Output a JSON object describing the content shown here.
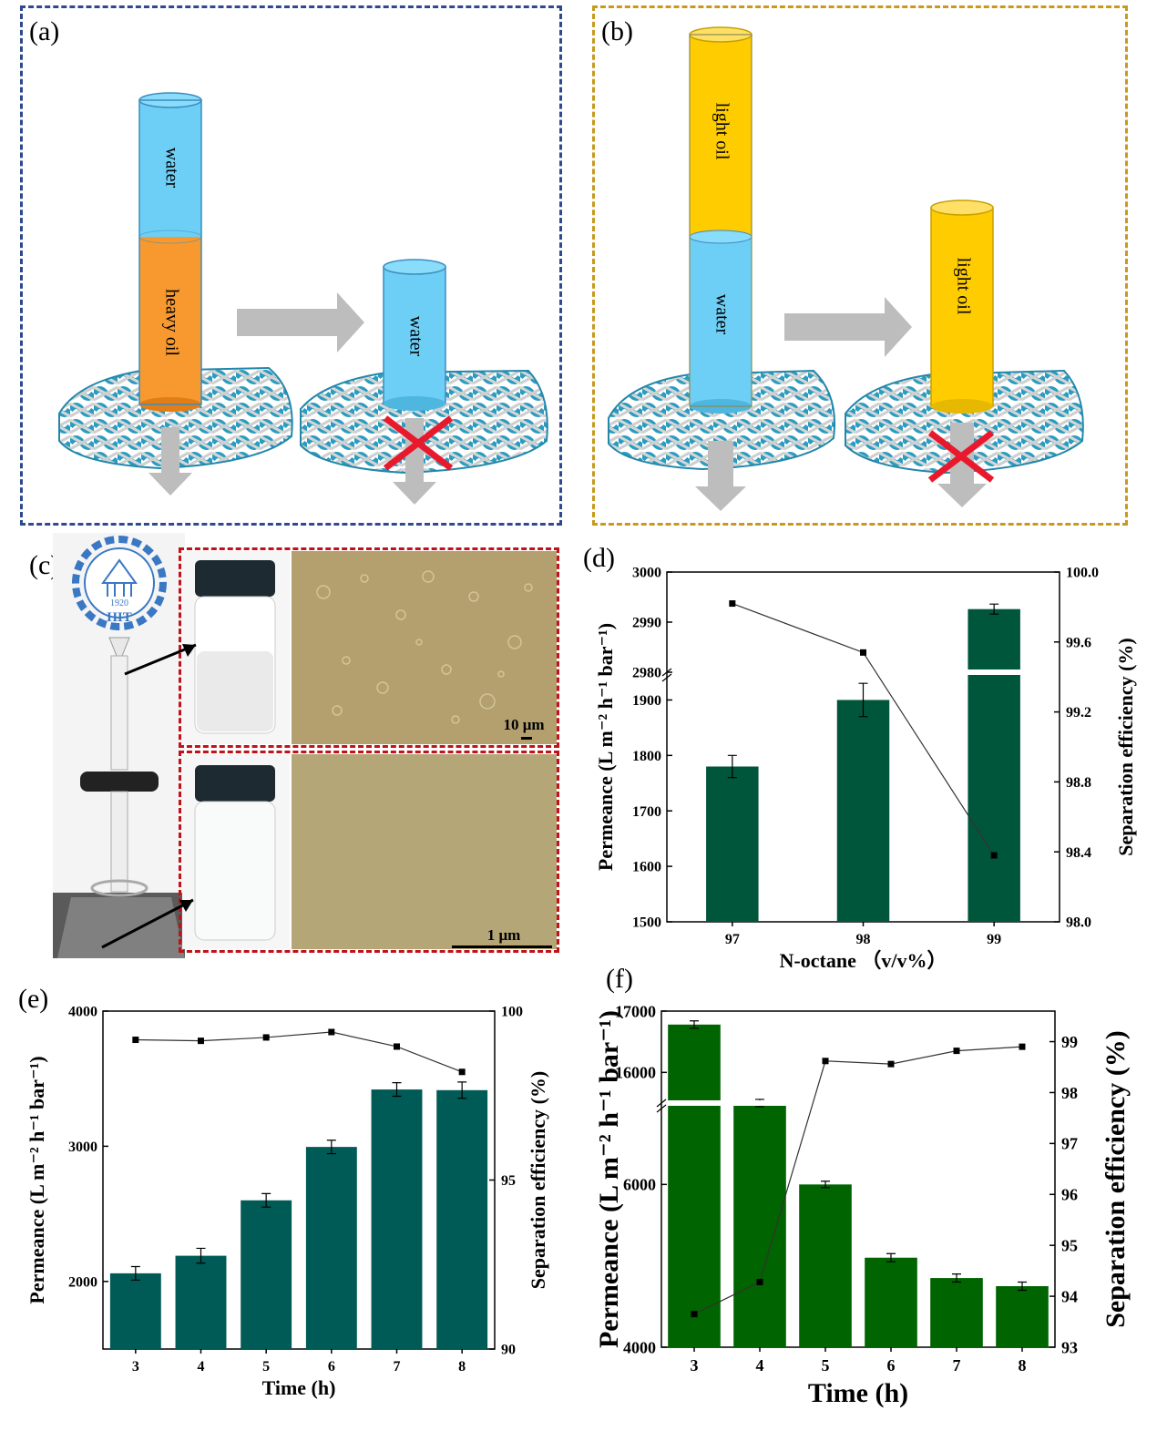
{
  "panels": {
    "a": {
      "label": "(a)",
      "tall_top": "water",
      "tall_bottom": "heavy oil",
      "short": "water"
    },
    "b": {
      "label": "(b)",
      "tall_top": "light oil",
      "tall_bottom": "water",
      "short": "light oil"
    },
    "c": {
      "label": "(c)",
      "logo_year": "1920",
      "logo_text": "HIT",
      "scale_top": "10 μm",
      "scale_bottom": "1 μm"
    },
    "d": {
      "label": "(d)"
    },
    "e": {
      "label": "(e)"
    },
    "f": {
      "label": "(f)"
    }
  },
  "colors": {
    "water": "#6ecff6",
    "heavy_oil": "#f7992f",
    "light_oil": "#ffcc00",
    "arrow": "#bdbdbd",
    "cross": "#e8192c",
    "mesh": "#3aa8c8",
    "box_a": "#2e4a8e",
    "box_b": "#c79a1e",
    "box_c": "#c0121a",
    "bar_d": "#00563b",
    "bar_e": "#005a55",
    "bar_f": "#006400"
  },
  "chart_data": [
    {
      "id": "d",
      "type": "bar",
      "categories": [
        "97",
        "98",
        "99"
      ],
      "xlabel": "N-octane （v/v%）",
      "ylabel": "Permeance (L m⁻² h⁻¹ bar⁻¹)",
      "ylabel_right": "Separation efficiency (%)",
      "y_break": true,
      "ylim_lower": [
        1500,
        1950
      ],
      "ylim_upper": [
        2980,
        3000
      ],
      "yticks_lower": [
        1500,
        1600,
        1700,
        1800,
        1900
      ],
      "yticks_upper": [
        2980,
        2990,
        3000
      ],
      "ylim_right": [
        98.0,
        100.0
      ],
      "yticks_right": [
        "98.0",
        "98.4",
        "98.8",
        "99.2",
        "99.6",
        "100.0"
      ],
      "series": [
        {
          "values": [
            1780,
            1900,
            2992.6
          ],
          "errors": [
            20,
            30,
            1
          ]
        },
        {
          "axis": "right",
          "values": [
            99.82,
            99.54,
            98.38
          ]
        }
      ]
    },
    {
      "id": "e",
      "type": "bar",
      "categories": [
        "3",
        "4",
        "5",
        "6",
        "7",
        "8"
      ],
      "xlabel": "Time (h)",
      "ylabel": "Permeance (L m⁻² h⁻¹ bar⁻¹)",
      "ylabel_right": "Separation efficiency (%)",
      "ylim": [
        1500,
        4000
      ],
      "yticks": [
        2000,
        3000,
        4000
      ],
      "ylim_right": [
        90,
        100
      ],
      "yticks_right": [
        90,
        95,
        100
      ],
      "series": [
        {
          "values": [
            2060,
            2190,
            2600,
            2995,
            3420,
            3415
          ],
          "errors": [
            50,
            55,
            50,
            50,
            50,
            60
          ]
        },
        {
          "axis": "right",
          "values": [
            99.15,
            99.12,
            99.22,
            99.38,
            98.95,
            98.2
          ]
        }
      ]
    },
    {
      "id": "f",
      "type": "bar",
      "categories": [
        "3",
        "4",
        "5",
        "6",
        "7",
        "8"
      ],
      "xlabel": "Time (h)",
      "ylabel": "Permeance (L m⁻² h⁻¹ bar⁻¹)",
      "ylabel_right": "Separation efficiency (%)",
      "y_break": true,
      "ylim_lower": [
        4000,
        7000
      ],
      "ylim_upper": [
        15500,
        17000
      ],
      "yticks_lower": [
        4000,
        6000
      ],
      "yticks_upper": [
        16000,
        17000
      ],
      "ylim_right": [
        93,
        99.6
      ],
      "yticks_right": [
        93,
        94,
        95,
        96,
        97,
        98,
        99
      ],
      "series": [
        {
          "values": [
            16780,
            15500,
            6000,
            5100,
            4850,
            4750
          ],
          "errors": [
            60,
            60,
            40,
            50,
            50,
            50
          ]
        },
        {
          "axis": "right",
          "values": [
            93.65,
            94.28,
            98.62,
            98.56,
            98.82,
            98.9
          ]
        }
      ]
    }
  ]
}
